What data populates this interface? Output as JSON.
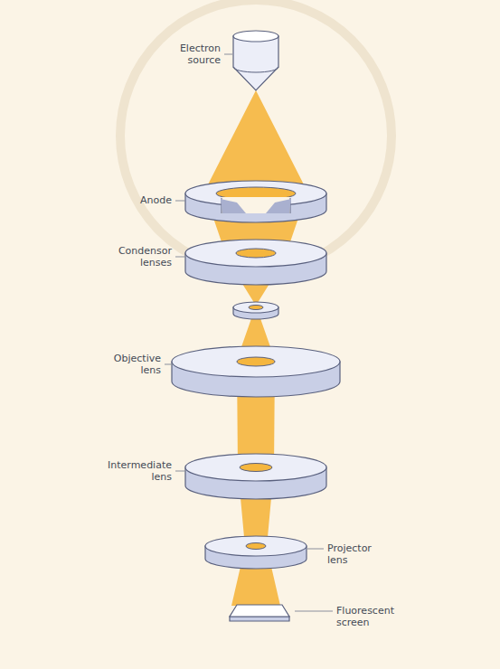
{
  "diagram": {
    "labels": [
      "Electron source",
      "Anode",
      "Condensor lenses",
      "Objective lens",
      "Intermediate lens",
      "Projector lens",
      "Fluorescent screen"
    ]
  }
}
